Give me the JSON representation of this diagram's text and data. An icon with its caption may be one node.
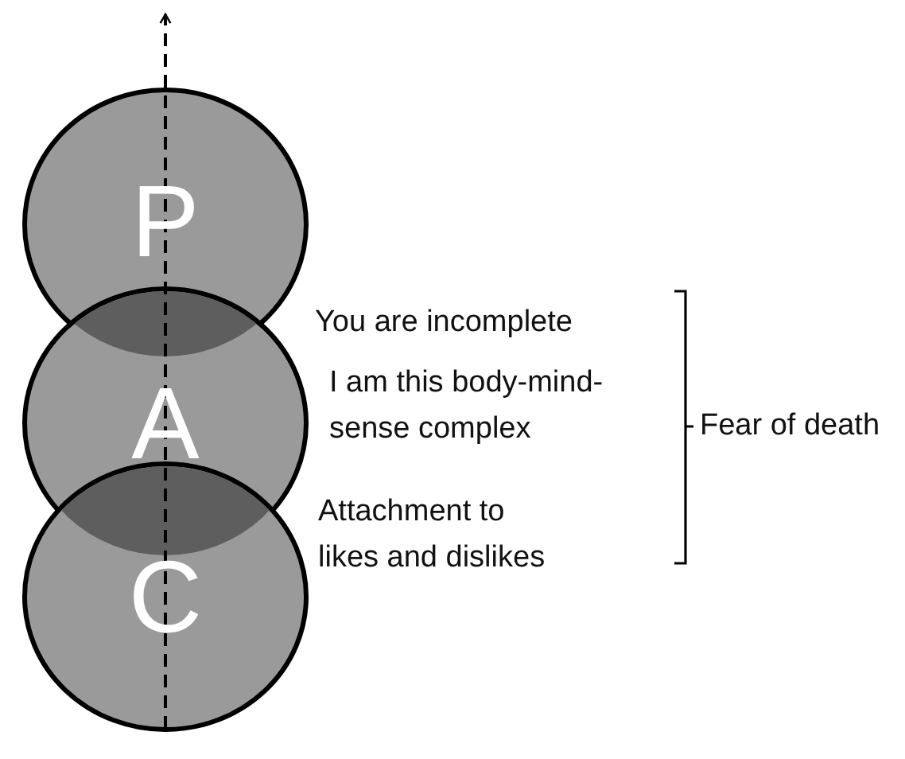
{
  "diagram": {
    "nodes": [
      {
        "text": [
          "P"
        ]
      },
      {
        "text": [
          "A"
        ]
      },
      {
        "text": [
          "C"
        ]
      }
    ],
    "labels": [
      "You are incomplete",
      "I am this body-mind-sense complex",
      "Attachment to likes and dislikes",
      "Fear of death"
    ]
  }
}
